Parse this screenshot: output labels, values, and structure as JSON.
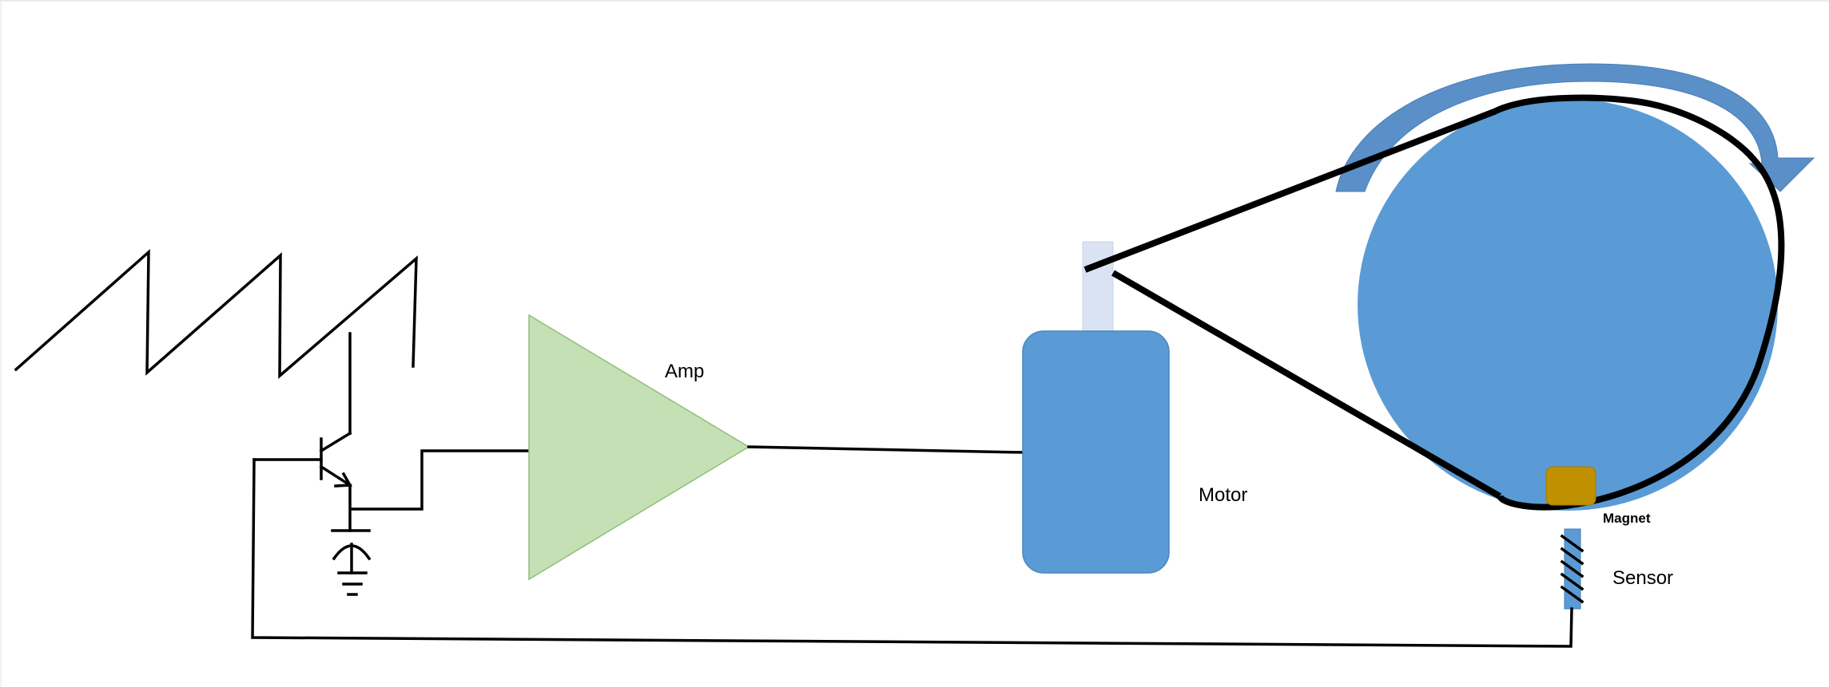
{
  "labels": {
    "amp": "Amp",
    "motor": "Motor",
    "magnet": "Magnet",
    "sensor": "Sensor"
  },
  "colors": {
    "amp_fill": "#c5e0b4",
    "amp_stroke": "#8fbf7a",
    "motor_fill": "#5b9bd5",
    "shaft_fill": "#dae3f3",
    "wheel_fill": "#5b9bd5",
    "arrow_fill": "#5a8fc8",
    "magnet_fill": "#bf9000",
    "sensor_fill": "#5b9bd5",
    "line": "#000000"
  },
  "icons": {
    "transistor": "npn-transistor-symbol",
    "ground": "ground-symbol",
    "waveform": "sawtooth-waveform",
    "rotation": "curved-rotation-arrow"
  }
}
